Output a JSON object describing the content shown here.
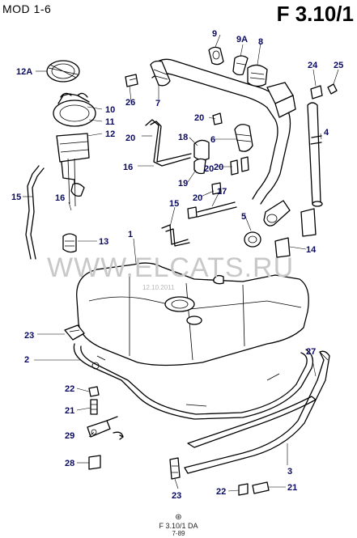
{
  "header": {
    "model": "MOD 1-6",
    "figure_ref": "F 3.10/1"
  },
  "watermark": {
    "text": "WWW.ELCATS.RU",
    "sub": "12.10.2011"
  },
  "footer": {
    "symbol": "⊛",
    "code": "F 3.10/1 DA",
    "date": "7-89"
  },
  "callouts": {
    "c1": "1",
    "c2": "2",
    "c3": "3",
    "c4": "4",
    "c5": "5",
    "c6": "6",
    "c7": "7",
    "c8": "8",
    "c9": "9",
    "c9a": "9A",
    "c10": "10",
    "c11": "11",
    "c12": "12",
    "c12a": "12A",
    "c13": "13",
    "c14": "14",
    "c15a": "15",
    "c15b": "15",
    "c16a": "16",
    "c16b": "16",
    "c17": "17",
    "c18": "18",
    "c19": "19",
    "c20a": "20",
    "c20b": "20",
    "c20c": "20",
    "c20d": "20",
    "c20e": "20",
    "c21a": "21",
    "c21b": "21",
    "c22a": "22",
    "c22b": "22",
    "c23a": "23",
    "c23b": "23",
    "c24": "24",
    "c25": "25",
    "c26": "26",
    "c27": "27",
    "c28": "28",
    "c29": "29"
  }
}
